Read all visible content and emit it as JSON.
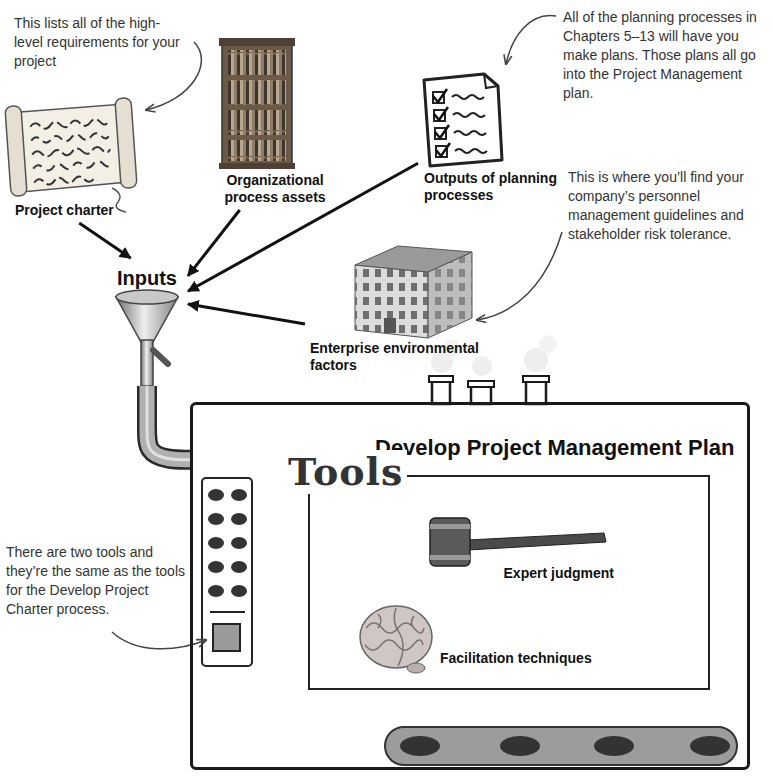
{
  "diagram": {
    "nodes": [
      {
        "text": [
          "Project charter"
        ]
      },
      {
        "text": [
          "Organizational process assets"
        ]
      },
      {
        "text": [
          "Outputs of planning processes"
        ]
      },
      {
        "text": [
          "Inputs"
        ]
      },
      {
        "text": [
          "Enterprise environmental factors"
        ]
      },
      {
        "text": [
          "Develop Project Management Plan"
        ]
      },
      {
        "text": [
          "Tools"
        ],
        "in": 5
      },
      {
        "text": [
          "Expert judgment"
        ],
        "in": 6
      },
      {
        "text": [
          "Facilitation techniques"
        ],
        "in": 6
      }
    ],
    "edges": [
      {
        "from": 0,
        "to": 3,
        "arrow": "to"
      },
      {
        "from": 1,
        "to": 3,
        "arrow": "to"
      },
      {
        "from": 2,
        "to": 3,
        "arrow": "to"
      },
      {
        "from": 4,
        "to": 3,
        "arrow": "to"
      },
      {
        "from": 3,
        "to": 5,
        "arrow": "none"
      }
    ],
    "labels": [
      "This lists all of the high-level requirements for your project",
      "All of the planning processes in Chapters 5–13 will have you make plans. Those plans all go into the Project Management plan.",
      "This is where you’ll find your company’s personnel management guidelines and stakeholder risk tolerance.",
      "There are two tools and they’re the same as the tools for the Develop Project Charter process."
    ]
  }
}
